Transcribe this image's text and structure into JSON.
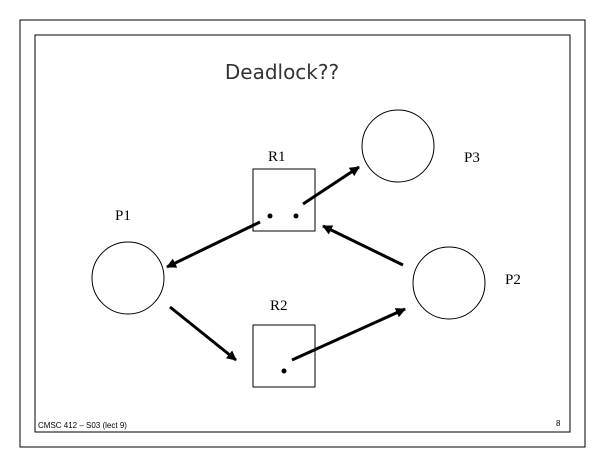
{
  "slide": {
    "title": "Deadlock??",
    "footer_left": "CMSC 412 – S03  (lect 9)",
    "footer_right": "8"
  },
  "processes": [
    {
      "id": "P1",
      "label": "P1"
    },
    {
      "id": "P2",
      "label": "P2"
    },
    {
      "id": "P3",
      "label": "P3"
    }
  ],
  "resources": [
    {
      "id": "R1",
      "label": "R1",
      "instances": 2
    },
    {
      "id": "R2",
      "label": "R2",
      "instances": 1
    }
  ],
  "edges": [
    {
      "from": "R1",
      "to": "P3",
      "kind": "assignment"
    },
    {
      "from": "R1",
      "to": "P1",
      "kind": "assignment"
    },
    {
      "from": "P2",
      "to": "R1",
      "kind": "request"
    },
    {
      "from": "P1",
      "to": "R2",
      "kind": "request"
    },
    {
      "from": "R2",
      "to": "P2",
      "kind": "assignment"
    }
  ],
  "colors": {
    "stroke": "#000000",
    "title": "#333333",
    "background": "#ffffff"
  }
}
